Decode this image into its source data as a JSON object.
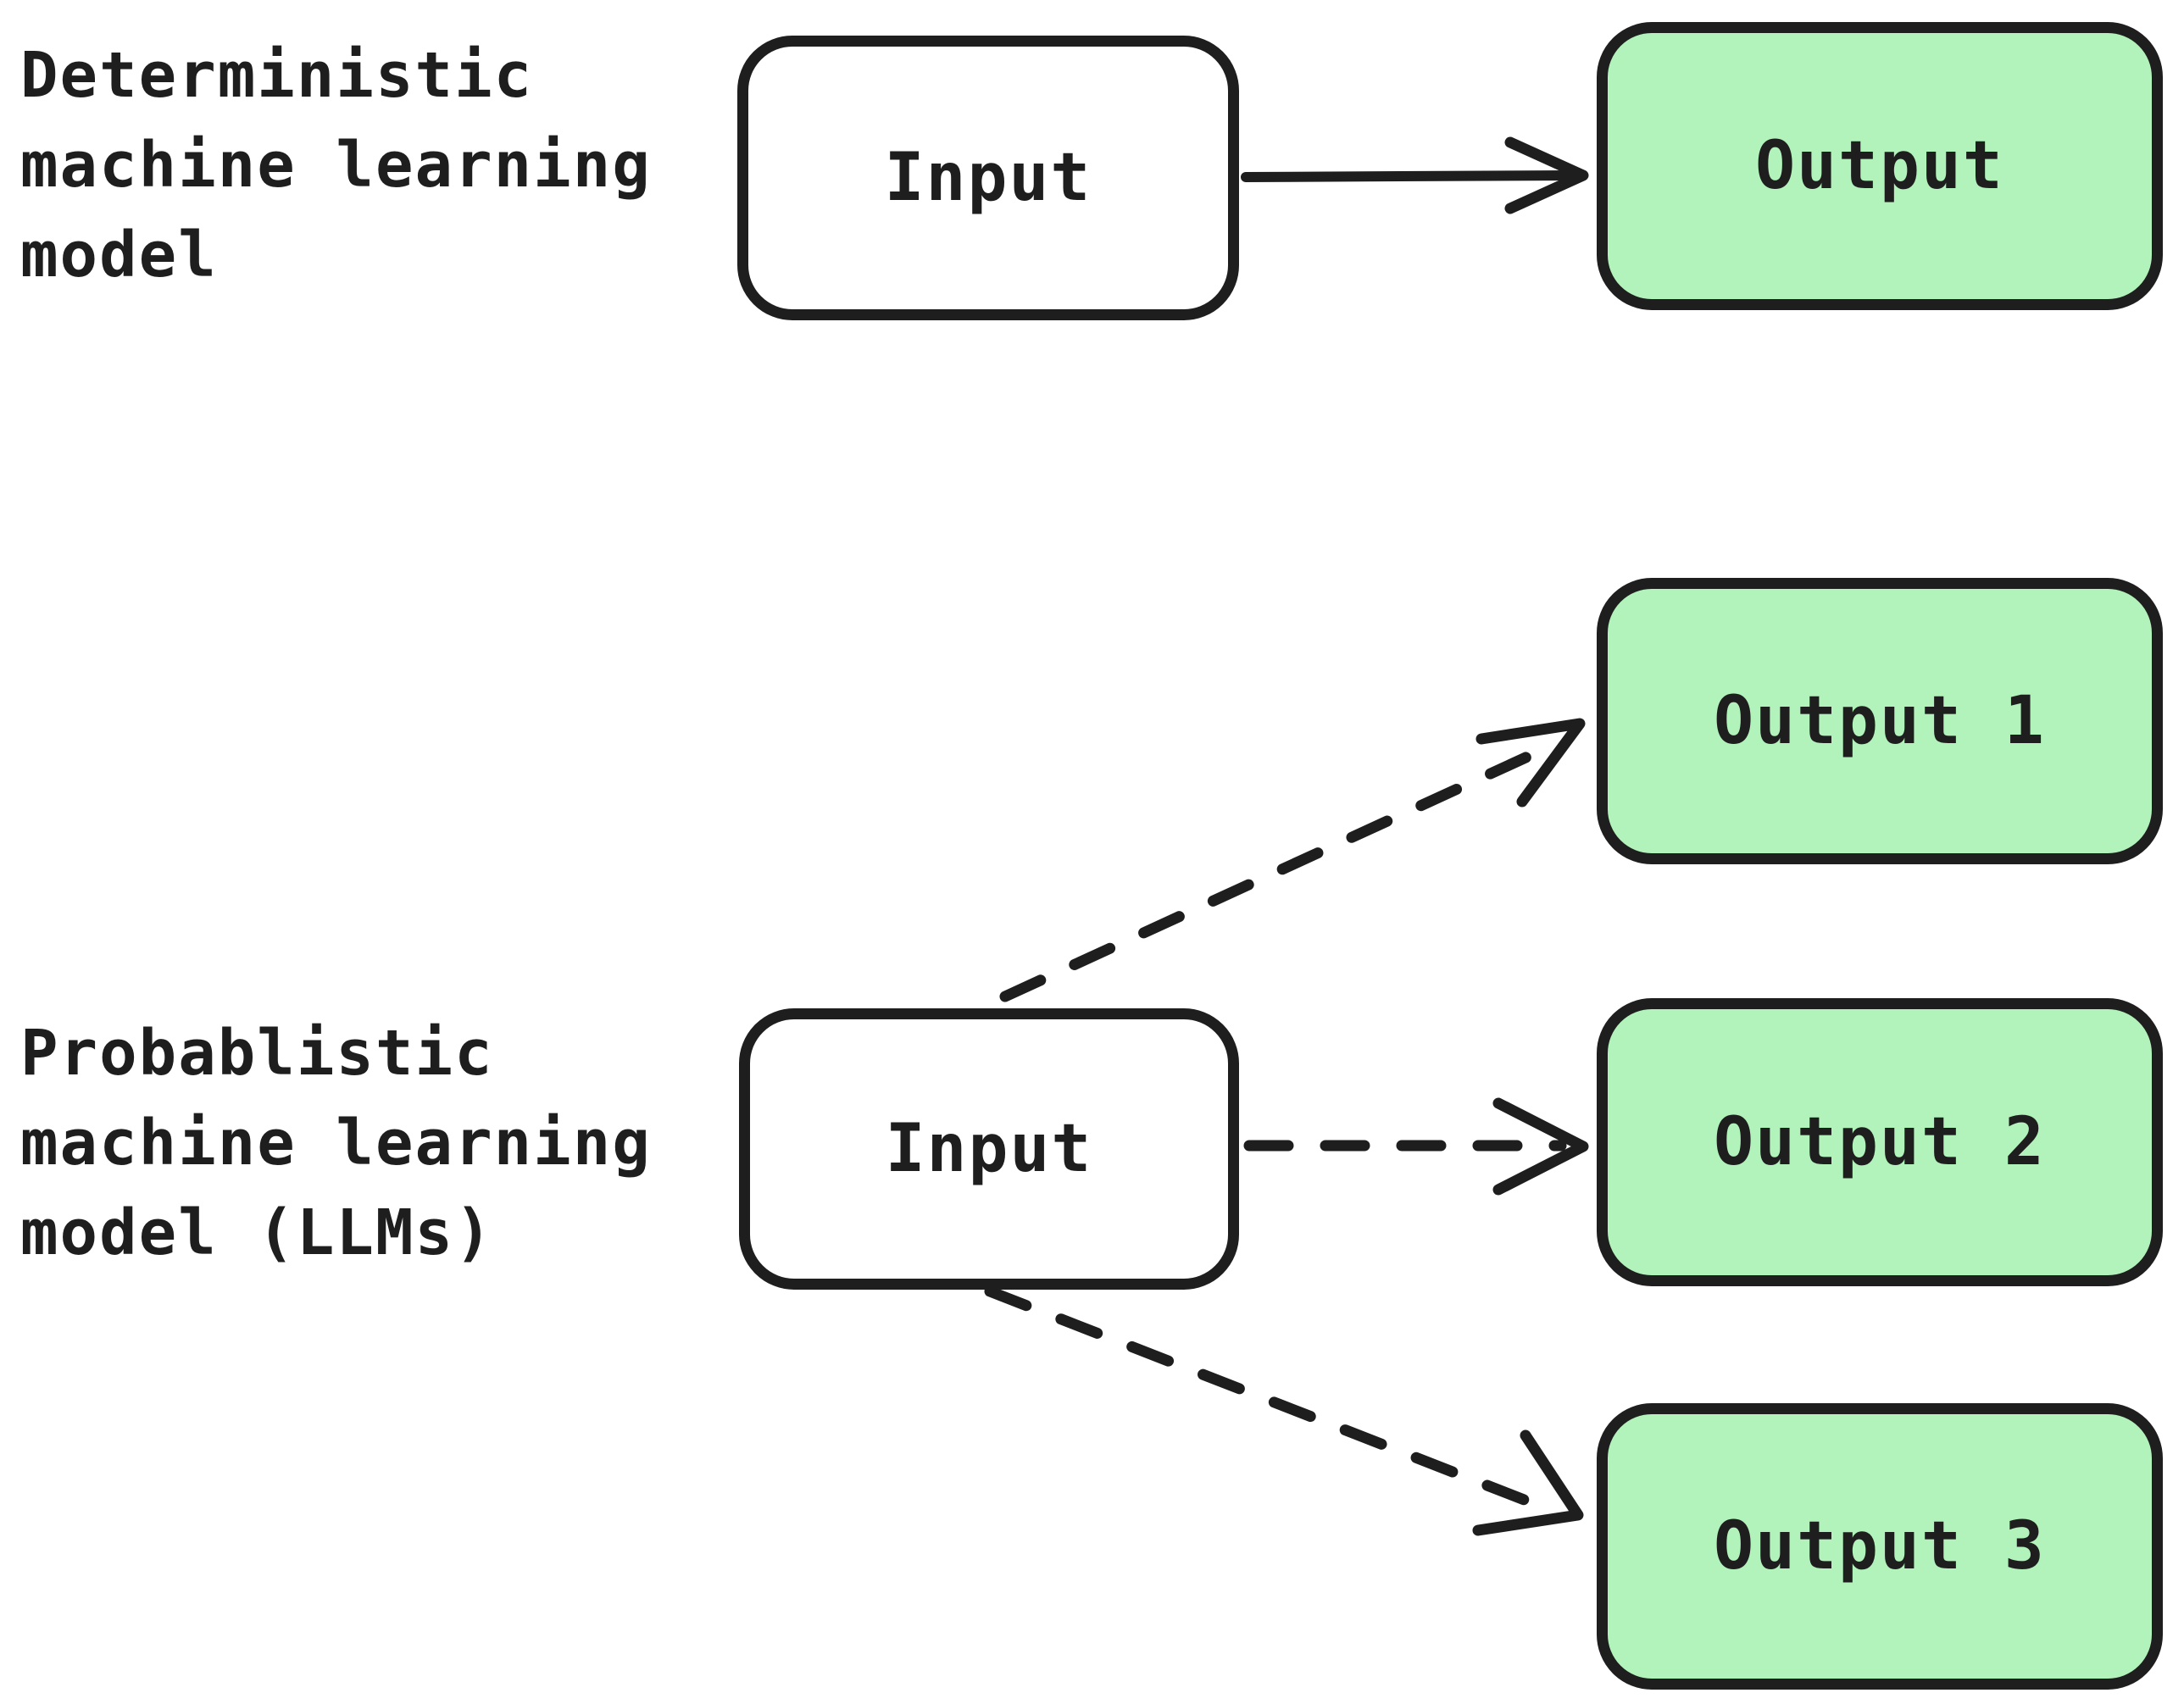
{
  "colors": {
    "stroke": "#1e1e1e",
    "canvas_bg": "#ffffff",
    "input_fill": "#ffffff",
    "output_fill": "#b2f2bb"
  },
  "deterministic_section": {
    "label_lines": [
      "Deterministic",
      "machine learning",
      "model"
    ],
    "input_label": "Input",
    "output_label": "Output"
  },
  "probablistic_section": {
    "label_lines": [
      "Probablistic",
      "machine learning",
      "model (LLMs)"
    ],
    "input_label": "Input",
    "output_labels": [
      "Output 1",
      "Output 2",
      "Output 3"
    ]
  }
}
